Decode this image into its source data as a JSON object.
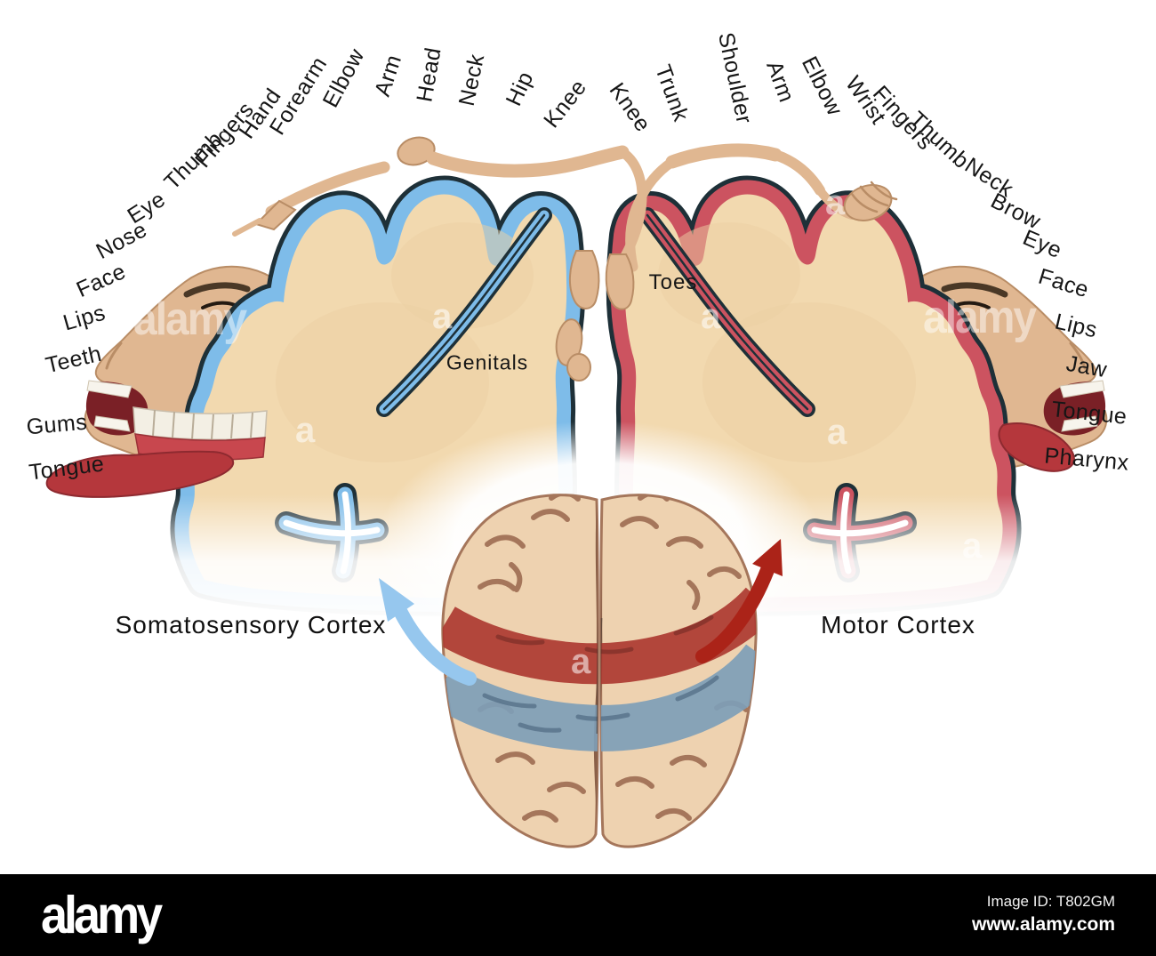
{
  "figure": {
    "left_arc_labels": [
      "Tongue",
      "Gums",
      "Teeth",
      "Lips",
      "Face",
      "Nose",
      "Eye",
      "Thumb",
      "Fingers",
      "Hand",
      "Forearm",
      "Elbow",
      "Arm",
      "Head",
      "Neck",
      "Hip",
      "Knee"
    ],
    "right_arc_labels": [
      "Knee",
      "Trunk",
      "Shoulder",
      "Arm",
      "Elbow",
      "Wrist",
      "Fingers",
      "Thumb",
      "Neck",
      "Brow",
      "Eye",
      "Face",
      "Lips",
      "Jaw",
      "Tongue",
      "Pharynx"
    ],
    "genitals_label": "Genitals",
    "toes_label": "Toes",
    "title_left": "Somatosensory Cortex",
    "title_right": "Motor Cortex"
  },
  "colors": {
    "somato": "#7ebce9",
    "motor": "#cc5360",
    "rim": "#1e3038",
    "cream": "#f2d9af",
    "skin": "#e0b791",
    "skin-edge": "#b98d66",
    "mouth": "#7a2026",
    "tongue-red": "#b5373c",
    "teeth": "#f3efe4",
    "gums": "#c8474e",
    "brain": "#eed2b0",
    "brain-line": "#a5765b",
    "band-red": "#ac3a31",
    "band-blue": "#7e9eb7",
    "arrow-blue": "#96c7ee",
    "arrow-red": "#ab2318"
  },
  "watermark": {
    "brand": "alamy",
    "letter": "a"
  },
  "footer": {
    "logo": "alamy",
    "image_id": "Image ID: T802GM",
    "website": "www.alamy.com"
  }
}
